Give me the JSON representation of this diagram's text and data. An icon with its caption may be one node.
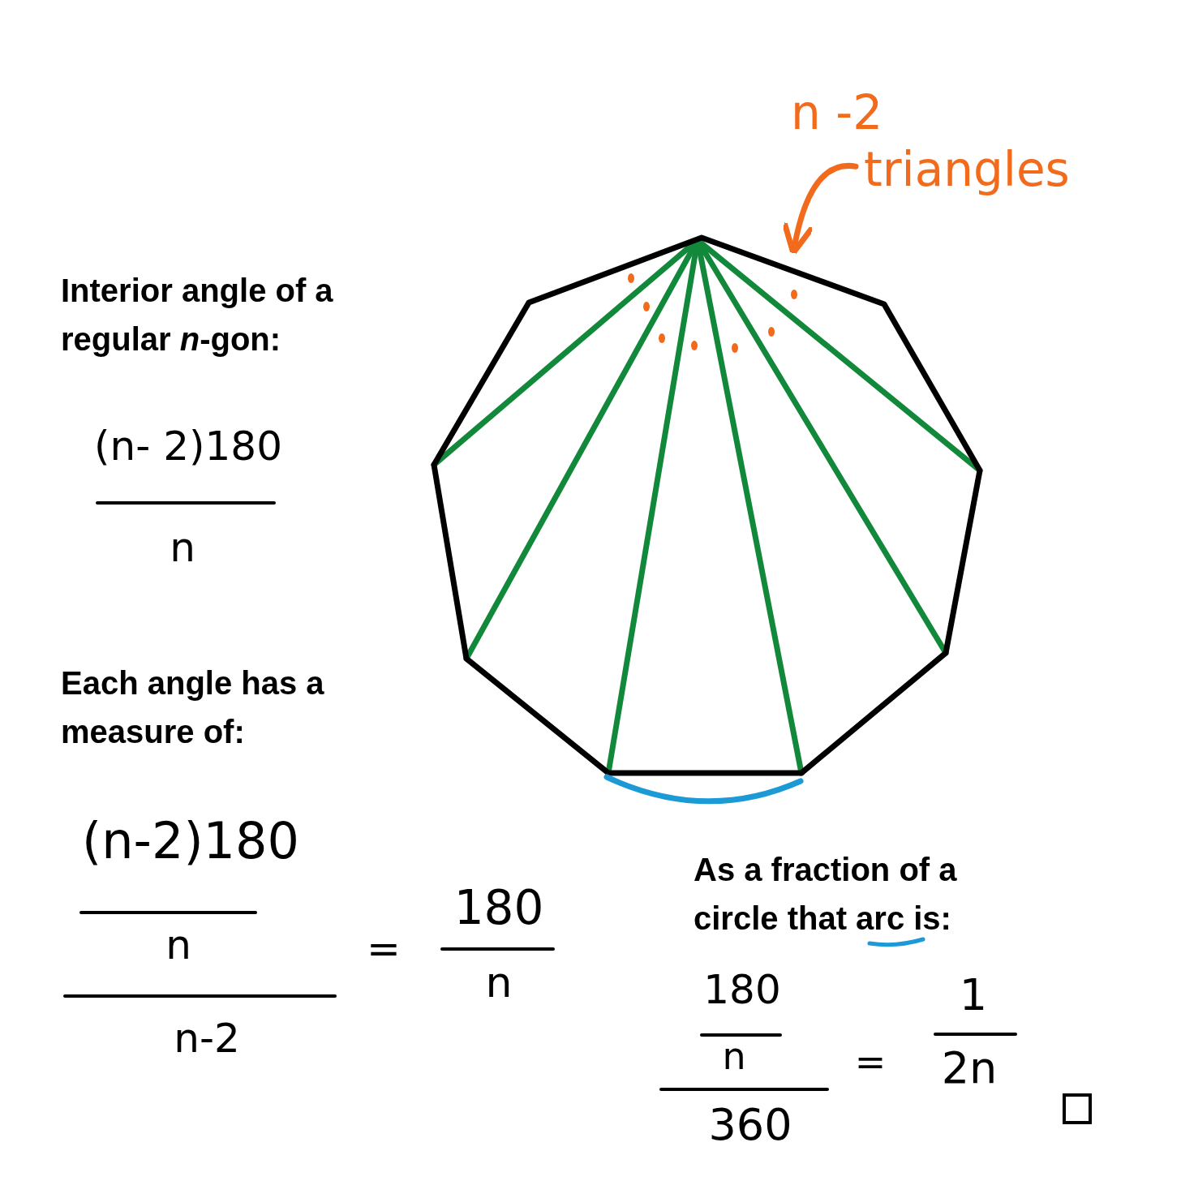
{
  "diagram": {
    "nodes": [
      {
        "text": [
          "n -2 triangles"
        ]
      },
      {
        "text": [],
        "shape": "polygon"
      }
    ],
    "edges": [
      {
        "from": 0,
        "to": 1,
        "arrow": "to",
        "color": "#f26b1d"
      }
    ],
    "labels": [
      "Interior angle of a regular *n*-gon:",
      "(n- 2)180",
      "n",
      "Each angle has a measure of:",
      "(n-2)180",
      "n",
      "n-2",
      "=",
      "180",
      "n",
      "As a fraction of a circle that arc is:",
      "180",
      "n",
      "360",
      "=",
      "1",
      "2n"
    ]
  }
}
